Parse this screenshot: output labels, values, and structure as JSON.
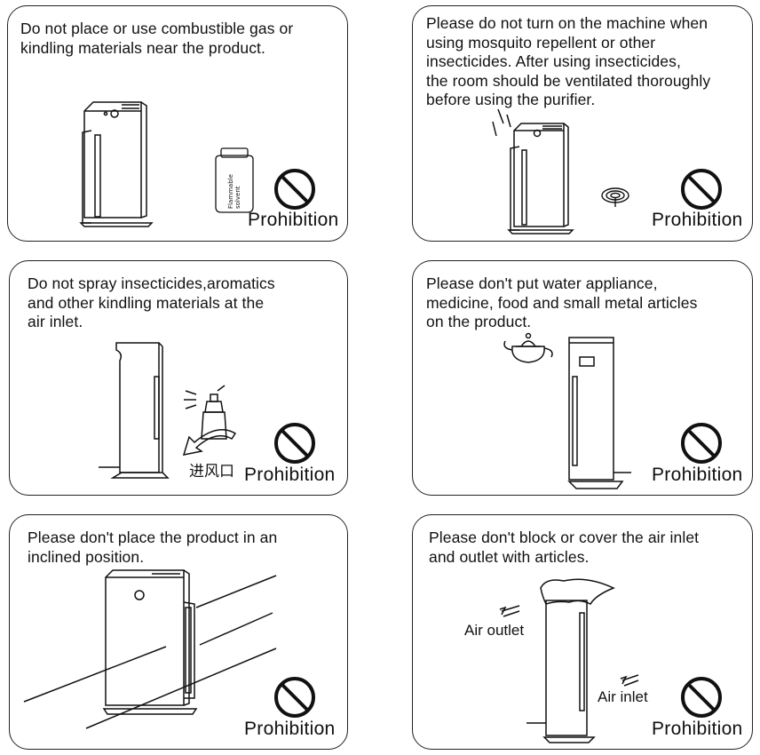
{
  "prohibition_label": "Prohibition",
  "panels": [
    {
      "text": "Do not place or use combustible gas or\nkindling materials near the product.",
      "bottle_label": "Flammable\nsolvent"
    },
    {
      "text": "Please do not turn on the machine when\nusing mosquito repellent or other\ninsecticides. After using insecticides,\nthe room should be ventilated thoroughly\nbefore using the purifier."
    },
    {
      "text": "Do not spray insecticides,aromatics\nand other kindling materials at the\nair inlet.",
      "inlet_label": "进风口"
    },
    {
      "text": "Please don't put water appliance,\nmedicine, food and small metal articles\non the product."
    },
    {
      "text": "Please don't place the product in an\ninclined position."
    },
    {
      "text": "Please don't block or cover the air inlet\nand outlet with articles.",
      "outlet_label": "Air outlet",
      "inlet_label": "Air inlet"
    }
  ],
  "icons": {
    "prohibition": "prohibition-circle-slash-icon"
  }
}
